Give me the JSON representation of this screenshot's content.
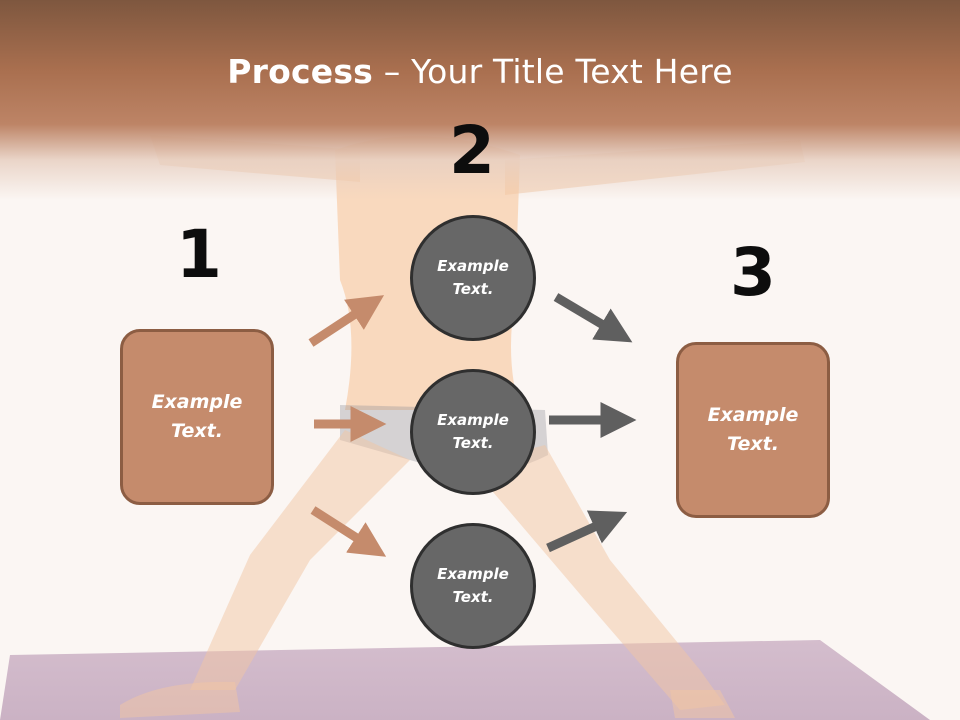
{
  "title": {
    "bold": "Process",
    "rest": " – Your Title Text Here"
  },
  "steps": [
    {
      "number": "1",
      "text": "Example\nText."
    },
    {
      "number": "2"
    },
    {
      "number": "3",
      "text": "Example\nText."
    }
  ],
  "circles": [
    {
      "text": "Example\nText."
    },
    {
      "text": "Example\nText."
    },
    {
      "text": "Example\nText."
    }
  ],
  "colors": {
    "header": "#a96f4f",
    "box_fill": "#c58b6c",
    "box_border": "#8c5d43",
    "circle_fill": "#676767",
    "circle_border": "#2f2f2f",
    "arrow_left": "#c58b6c",
    "arrow_right": "#5f5f5f"
  }
}
